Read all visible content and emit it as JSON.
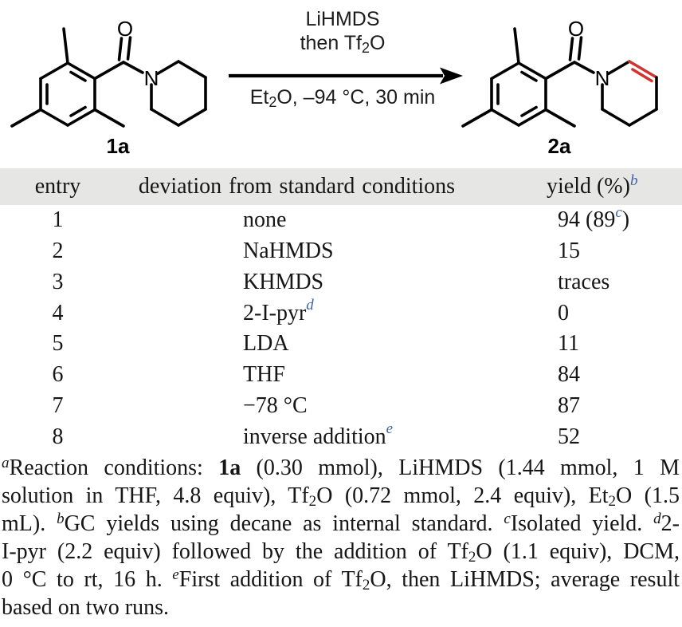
{
  "scheme": {
    "reagent_line1": "LiHMDS",
    "reagent_line2": {
      "pre": "then Tf",
      "sub": "2",
      "post": "O"
    },
    "conditions": {
      "pre": "Et",
      "sub": "2",
      "post": "O, –94 °C, 30 min"
    },
    "reactant_label": "1a",
    "product_label": "2a",
    "atoms": {
      "o": "O",
      "n": "N"
    },
    "colors": {
      "bond_red": "#d13430",
      "bond_black": "#000000"
    }
  },
  "table": {
    "header_bg": "#e6e6e4",
    "sup_color": "#3b64a8",
    "headers": {
      "entry": "entry",
      "deviation": "deviation from standard conditions",
      "yield": [
        {
          "t": "yield (%)"
        },
        {
          "t": "b",
          "s": "sup"
        }
      ]
    },
    "rows": [
      {
        "entry": "1",
        "deviation": [
          {
            "t": "none"
          }
        ],
        "yield": [
          {
            "t": "94 (89"
          },
          {
            "t": "c",
            "s": "sup"
          },
          {
            "t": ")"
          }
        ]
      },
      {
        "entry": "2",
        "deviation": [
          {
            "t": "NaHMDS"
          }
        ],
        "yield": [
          {
            "t": "15"
          }
        ]
      },
      {
        "entry": "3",
        "deviation": [
          {
            "t": "KHMDS"
          }
        ],
        "yield": [
          {
            "t": "traces"
          }
        ]
      },
      {
        "entry": "4",
        "deviation": [
          {
            "t": "2-I-pyr"
          },
          {
            "t": "d",
            "s": "sup"
          }
        ],
        "yield": [
          {
            "t": "0"
          }
        ]
      },
      {
        "entry": "5",
        "deviation": [
          {
            "t": "LDA"
          }
        ],
        "yield": [
          {
            "t": "11"
          }
        ]
      },
      {
        "entry": "6",
        "deviation": [
          {
            "t": "THF"
          }
        ],
        "yield": [
          {
            "t": "84"
          }
        ]
      },
      {
        "entry": "7",
        "deviation": [
          {
            "t": "−78 °C"
          }
        ],
        "yield": [
          {
            "t": "87"
          }
        ]
      },
      {
        "entry": "8",
        "deviation": [
          {
            "t": "inverse addition"
          },
          {
            "t": "e",
            "s": "sup"
          }
        ],
        "yield": [
          {
            "t": "52"
          }
        ]
      }
    ]
  },
  "footnotes": {
    "lines": [
      {
        "justify": true,
        "segs": [
          {
            "t": "a",
            "s": "fsup"
          },
          {
            "t": "Reaction conditions: "
          },
          {
            "t": "1a",
            "s": "b"
          },
          {
            "t": " (0.30 mmol), LiHMDS (1.44 mmol, 1 M"
          }
        ]
      },
      {
        "justify": true,
        "segs": [
          {
            "t": "solution in THF, 4.8 equiv), Tf"
          },
          {
            "t": "2",
            "s": "sub"
          },
          {
            "t": "O (0.72 mmol, 2.4 equiv), Et"
          },
          {
            "t": "2",
            "s": "sub"
          },
          {
            "t": "O (1.5"
          }
        ]
      },
      {
        "justify": true,
        "segs": [
          {
            "t": "mL). "
          },
          {
            "t": "b",
            "s": "fsup"
          },
          {
            "t": "GC yields using decane as internal standard. "
          },
          {
            "t": "c",
            "s": "fsup"
          },
          {
            "t": "Isolated yield. "
          },
          {
            "t": "d",
            "s": "fsup"
          },
          {
            "t": "2-"
          }
        ]
      },
      {
        "justify": true,
        "segs": [
          {
            "t": "I-pyr (2.2 equiv) followed by the addition of Tf"
          },
          {
            "t": "2",
            "s": "sub"
          },
          {
            "t": "O (1.1 equiv), DCM,"
          }
        ]
      },
      {
        "justify": true,
        "segs": [
          {
            "t": "0 °C to rt, 16 h. "
          },
          {
            "t": "e",
            "s": "fsup"
          },
          {
            "t": "First addition of Tf"
          },
          {
            "t": "2",
            "s": "sub"
          },
          {
            "t": "O, then LiHMDS; average result"
          }
        ]
      },
      {
        "justify": false,
        "segs": [
          {
            "t": "based on two runs."
          }
        ]
      }
    ]
  }
}
